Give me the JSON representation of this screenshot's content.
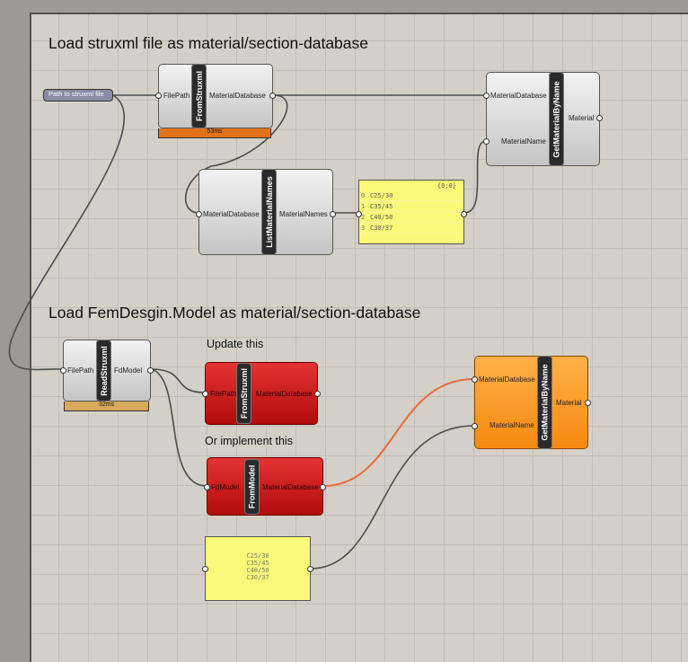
{
  "section1": {
    "title": "Load struxml file as material/section-database"
  },
  "section2": {
    "title": "Load FemDesgin.Model as material/section-database",
    "note_update": "Update this",
    "note_implement": "Or implement this"
  },
  "path_param": {
    "label": "Path to struxml file"
  },
  "from_struxml_top": {
    "name": "FromStruxml",
    "input": "FilePath",
    "output": "MaterialDatabase",
    "timer": "53ms"
  },
  "get_material_top": {
    "name": "GetMaterialByName",
    "input1": "MaterialDatabase",
    "input2": "MaterialName",
    "output": "Material"
  },
  "list_material_names": {
    "name": "ListMaterialNames",
    "input": "MaterialDatabase",
    "output": "MaterialNames"
  },
  "names_panel": {
    "path": "{0;0}",
    "rows": [
      {
        "index": "0",
        "value": "C25/30"
      },
      {
        "index": "1",
        "value": "C35/45"
      },
      {
        "index": "2",
        "value": "C40/50"
      },
      {
        "index": "3",
        "value": "C30/37"
      }
    ]
  },
  "read_struxml": {
    "name": "ReadStruxml",
    "input": "FilePath",
    "output": "FdModel",
    "timer": "32ms"
  },
  "from_struxml_red": {
    "name": "FromStruxml",
    "input": "FilePath",
    "output": "MaterialDatabase"
  },
  "from_model_red": {
    "name": "FromModel",
    "input": "FdModel",
    "output": "MaterialDatabase"
  },
  "get_material_orange": {
    "name": "GetMaterialByName",
    "input1": "MaterialDatabase",
    "input2": "MaterialName",
    "output": "Material"
  },
  "text_panel": {
    "lines": [
      "C25/30",
      "C35/45",
      "C40/50",
      "C30/37"
    ]
  },
  "colors": {
    "canvas": "#d4d0c8",
    "wire": "#4d4d4d",
    "wire_highlight": "#e96a3a",
    "error_red": "#d41f1f",
    "warning_orange": "#f99a22",
    "panel_yellow": "#fbf97a"
  }
}
